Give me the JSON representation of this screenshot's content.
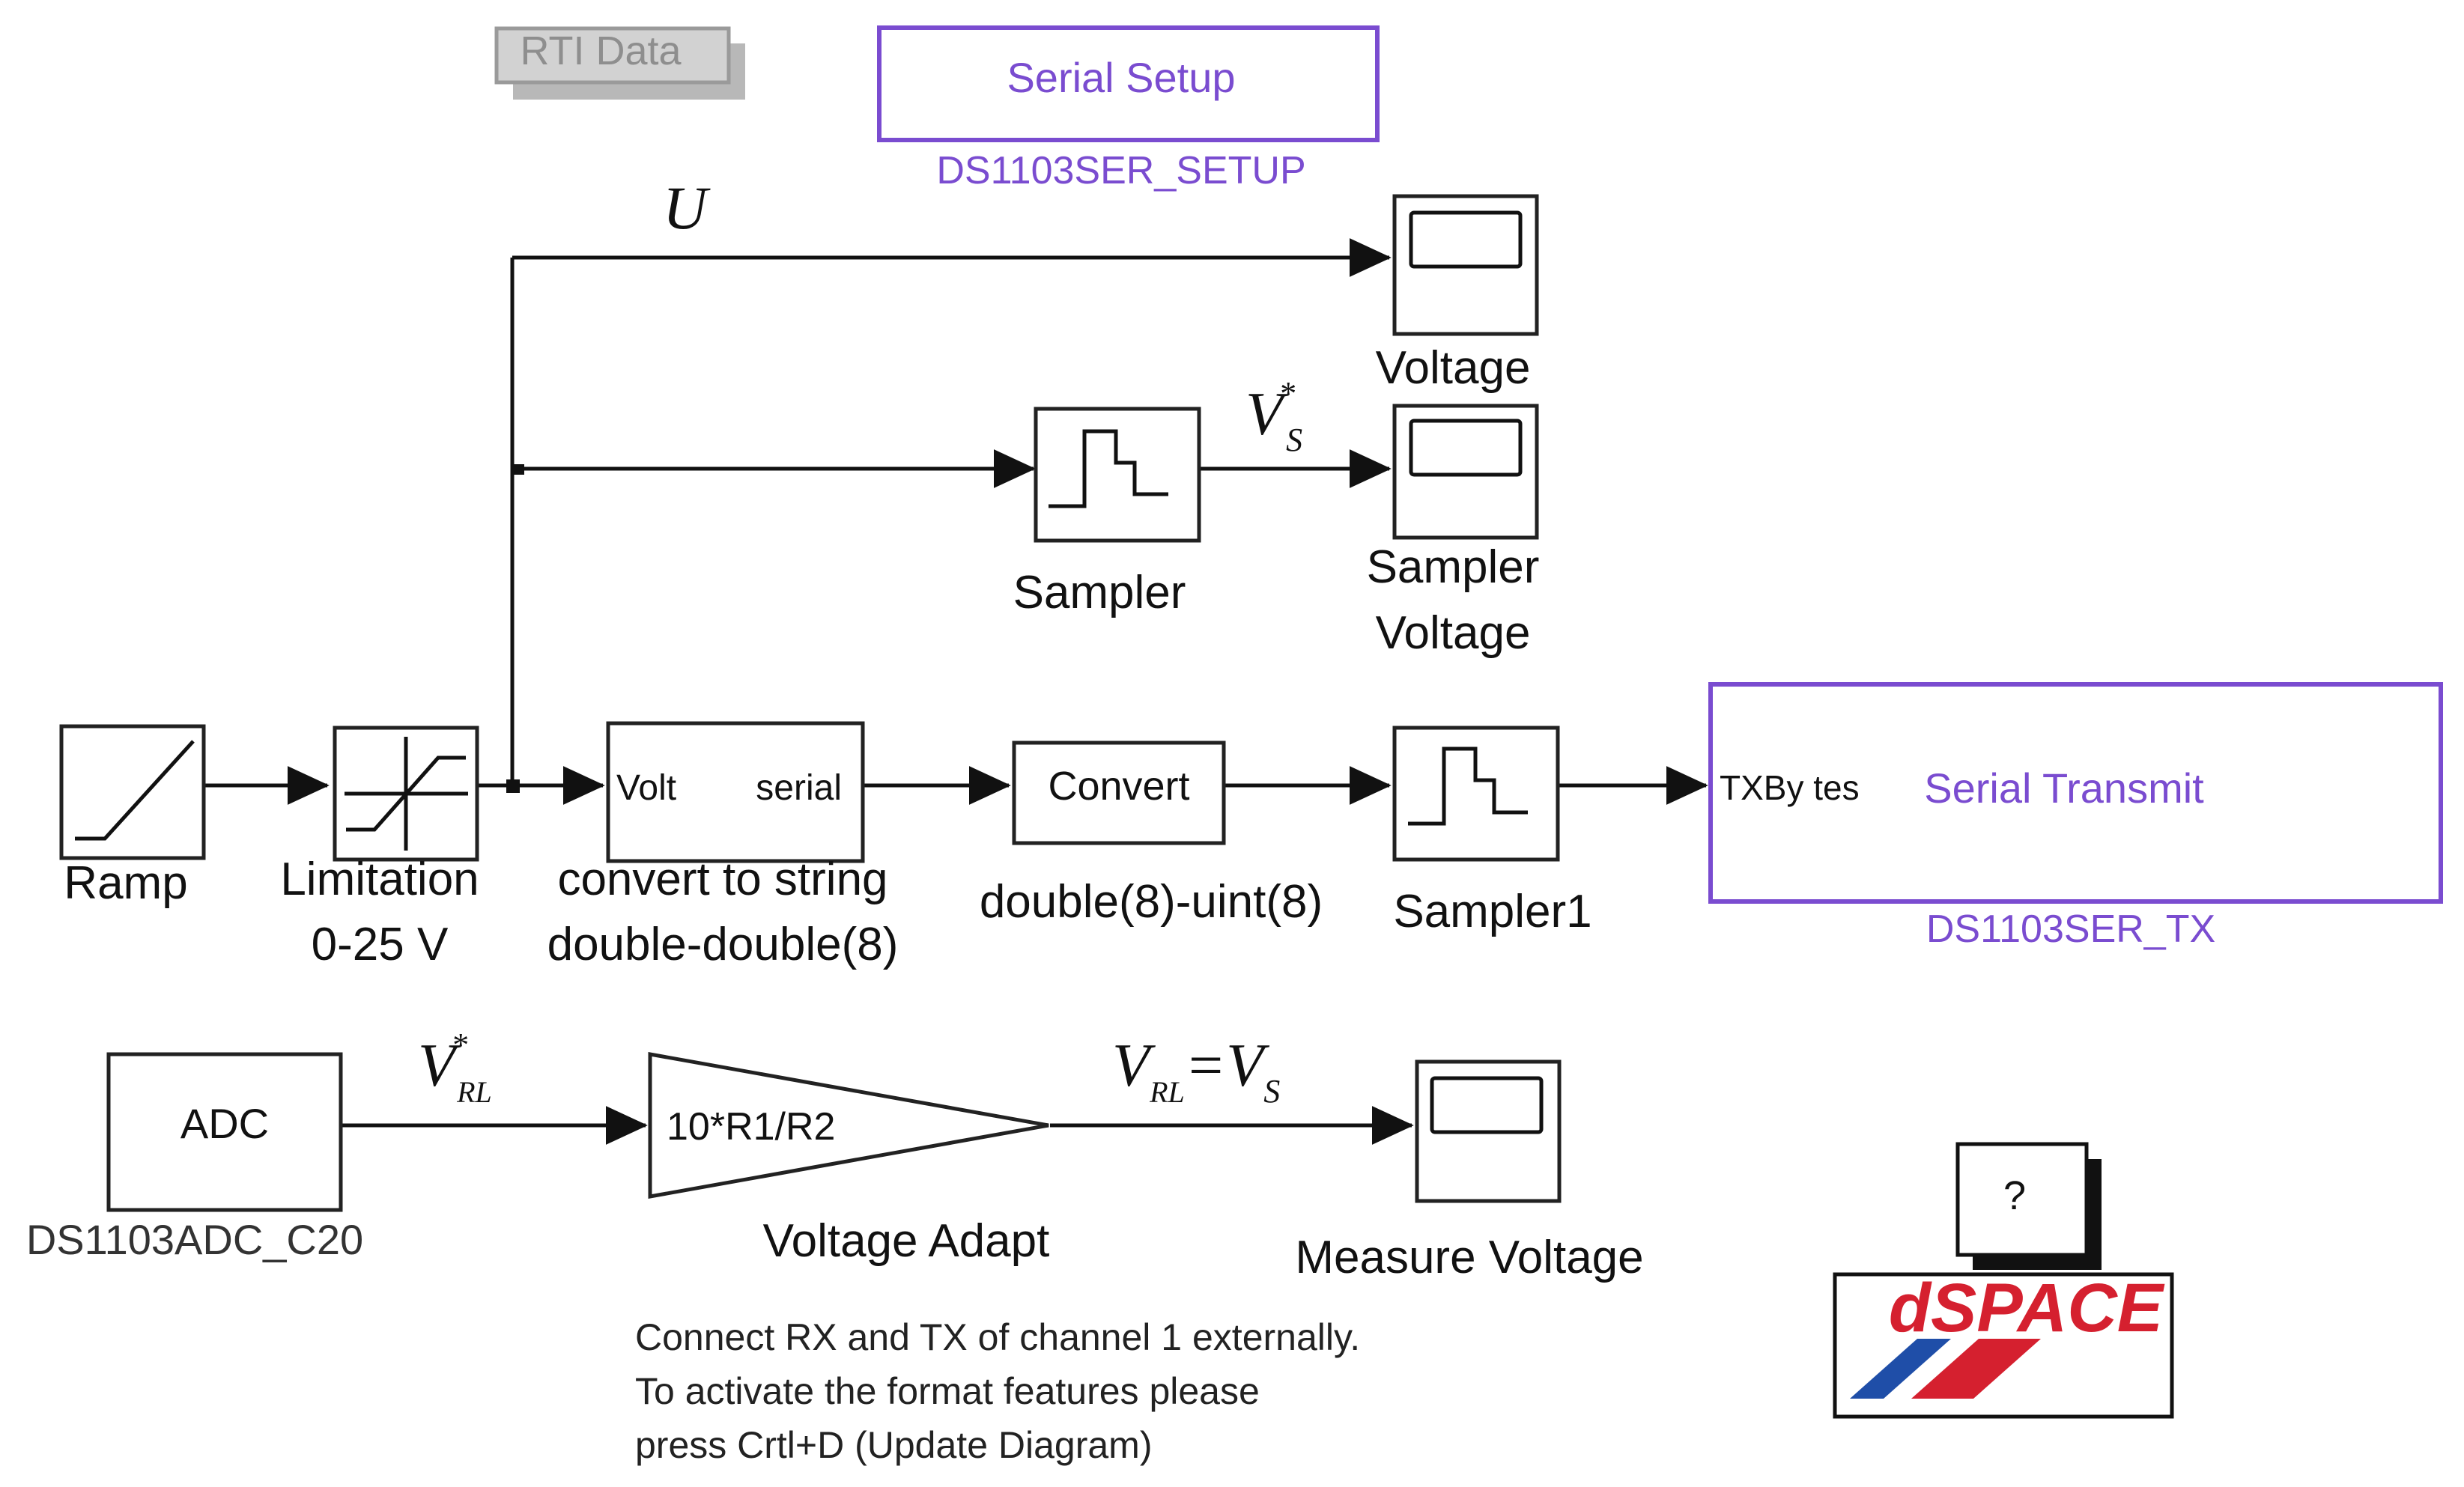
{
  "colors": {
    "accent": "#7a4cd0",
    "dspace_red": "#d5202f",
    "dspace_blue": "#1f4ea8",
    "ink": "#111111"
  },
  "blocks": {
    "rti_data": "RTI Data",
    "serial_setup": {
      "text": "Serial Setup",
      "caption": "DS1103SER_SETUP"
    },
    "ramp": {
      "caption": "Ramp",
      "icon": "ramp-icon"
    },
    "limitation": {
      "caption_line1": "Limitation",
      "caption_line2": "0-25 V",
      "icon": "saturation-icon"
    },
    "convert_string": {
      "in_port": "Volt",
      "out_port": "serial",
      "caption_line1": "convert to string",
      "caption_line2": "double-double(8)"
    },
    "convert": {
      "text": "Convert",
      "caption": "double(8)-uint(8)"
    },
    "sampler1": {
      "caption": "Sampler1",
      "icon": "zero-order-hold-icon"
    },
    "serial_transmit": {
      "port": "TXBy tes",
      "text": "Serial Transmit",
      "caption": "DS1103SER_TX"
    },
    "sampler": {
      "caption": "Sampler",
      "icon": "zero-order-hold-icon"
    },
    "scope_voltage": {
      "caption": "Voltage",
      "icon": "scope-icon"
    },
    "scope_sampler_voltage": {
      "caption_line1": "Sampler",
      "caption_line2": "Voltage",
      "icon": "scope-icon"
    },
    "adc": {
      "text": "ADC",
      "caption": "DS1103ADC_C20"
    },
    "gain": {
      "text": "10*R1/R2",
      "caption": "Voltage Adapt"
    },
    "scope_measure": {
      "caption": "Measure Voltage",
      "icon": "scope-icon"
    },
    "help": {
      "text": "?"
    },
    "dspace_logo": {
      "text": "dSPACE"
    }
  },
  "signals": {
    "u": {
      "base": "U"
    },
    "vs_star": {
      "base": "V",
      "sup": "*",
      "sub": "S"
    },
    "vrl_star": {
      "base": "V",
      "sup": "*",
      "sub": "RL"
    },
    "vrl_eq_vs": {
      "base1": "V",
      "sub1": "RL",
      "eq": "=",
      "base2": "V",
      "sub2": "S"
    }
  },
  "note": {
    "line1": "Connect RX and TX of channel 1 externally.",
    "line2": "To activate the format features please",
    "line3": "press Crtl+D (Update Diagram)"
  }
}
